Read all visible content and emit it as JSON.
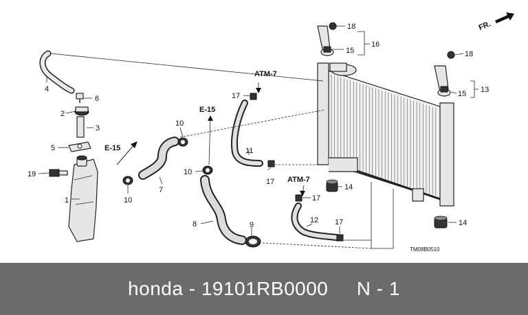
{
  "diagram": {
    "callouts": {
      "c1": "1",
      "c2": "2",
      "c3": "3",
      "c4": "4",
      "c5": "5",
      "c6": "6",
      "c7": "7",
      "c8": "8",
      "c9": "9",
      "c10a": "10",
      "c10b": "10",
      "c10c": "10",
      "c11": "11",
      "c12": "12",
      "c13": "13",
      "c14a": "14",
      "c14b": "14",
      "c15a": "15",
      "c15b": "15",
      "c16": "16",
      "c17a": "17",
      "c17b": "17",
      "c17c": "17",
      "c17d": "17",
      "c18a": "18",
      "c18b": "18",
      "c19": "19"
    },
    "refs": {
      "atm7_top": "ATM-7",
      "atm7_mid": "ATM-7",
      "e15_left": "E-15",
      "e15_mid": "E-15"
    },
    "direction_label": "FR.",
    "diagram_code": "TM08B0510"
  },
  "footer": {
    "brand": "honda",
    "separator": " - ",
    "part_number": "19101RB0000",
    "qty_label": "N - 1"
  }
}
